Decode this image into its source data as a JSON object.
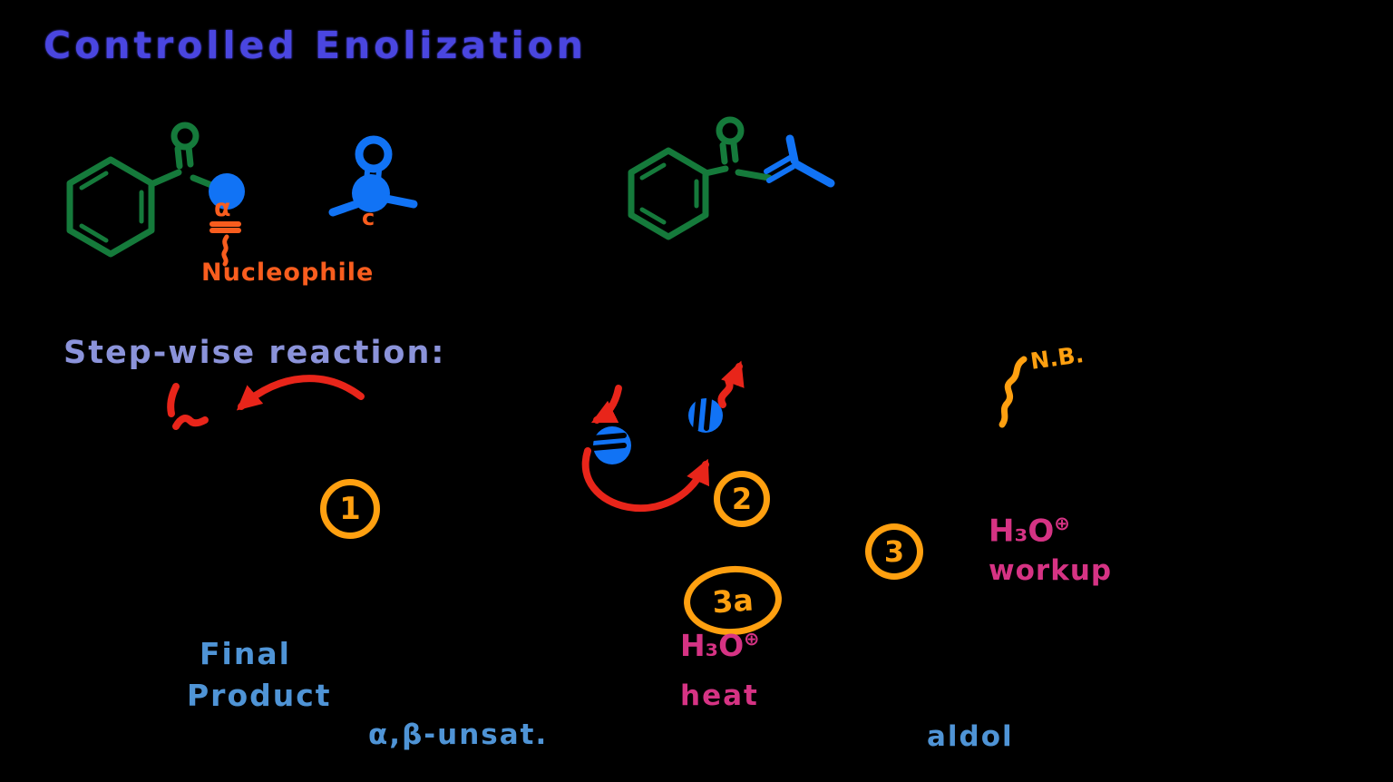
{
  "colors": {
    "background": "#000000",
    "title": "#4a46e0",
    "periwinkle": "#8b93da",
    "lightblue": "#4f94d6",
    "green": "#157a3b",
    "blue": "#1173f5",
    "orange": "#f95d1e",
    "amber": "#ffa010",
    "red": "#e8251a",
    "pink": "#d63384"
  },
  "title": "Controlled Enolization",
  "reactant_labels": {
    "alpha": "α",
    "nucleophile": "Nucleophile",
    "electrophile_mark": "c"
  },
  "stepwise_heading": "Step-wise reaction:",
  "step_badges": {
    "step1": "1",
    "step2": "2",
    "step3": "3",
    "step3a": "3a"
  },
  "annotations": {
    "nb": "N.B.",
    "workup": {
      "formula": "H₃O",
      "charge": "⊕",
      "word": "workup"
    },
    "quench": {
      "formula": "H₃O",
      "charge": "⊕",
      "word": "heat"
    }
  },
  "product_labels": {
    "final_line1": "Final",
    "final_line2": "Product",
    "unsat": "α,β-unsat.",
    "aldol": "aldol"
  }
}
